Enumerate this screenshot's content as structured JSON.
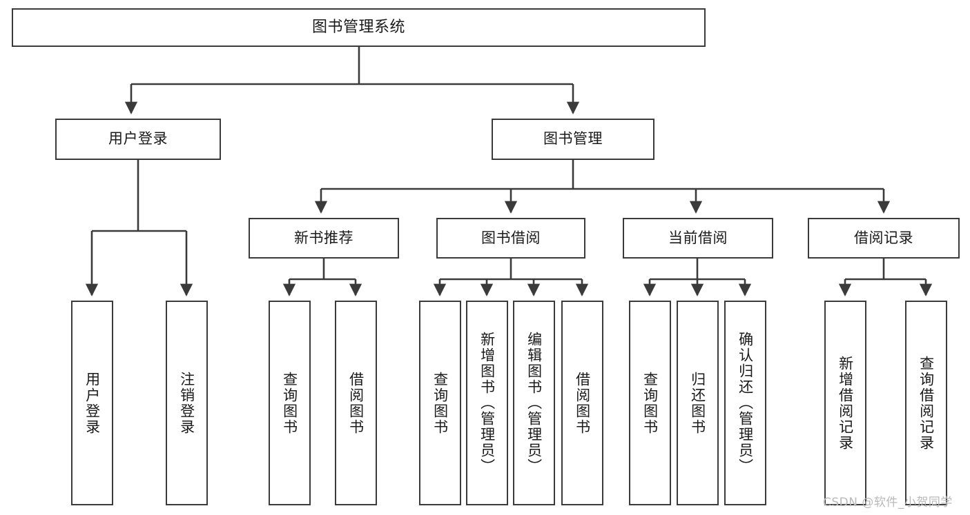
{
  "diagram": {
    "title": "图书管理系统",
    "type": "tree-hierarchy",
    "watermark": "CSDN @软件_小贺同学",
    "colors": {
      "background": "#ffffff",
      "node_border": "#3a3a3a",
      "node_fill": "#ffffff",
      "text": "#1a1a1a",
      "connector": "#3a3a3a",
      "watermark": "#b9b9b9"
    },
    "nodes": {
      "root": {
        "label": "图书管理系统"
      },
      "level2": [
        {
          "label": "用户登录"
        },
        {
          "label": "图书管理"
        }
      ],
      "level3": [
        {
          "label": "新书推荐"
        },
        {
          "label": "图书借阅"
        },
        {
          "label": "当前借阅"
        },
        {
          "label": "借阅记录"
        }
      ],
      "user_login_leaves": [
        {
          "label": "用户登录"
        },
        {
          "label": "注销登录"
        }
      ],
      "new_book_leaves": [
        {
          "label": "查询图书"
        },
        {
          "label": "借阅图书"
        }
      ],
      "borrow_leaves": [
        {
          "label": "查询图书"
        },
        {
          "label": "新增图书（管理员）"
        },
        {
          "label": "编辑图书（管理员）"
        },
        {
          "label": "借阅图书"
        }
      ],
      "current_borrow_leaves": [
        {
          "label": "查询图书"
        },
        {
          "label": "归还图书"
        },
        {
          "label": "确认归还（管理员）"
        }
      ],
      "record_leaves": [
        {
          "label": "新增借阅记录"
        },
        {
          "label": "查询借阅记录"
        }
      ]
    }
  }
}
